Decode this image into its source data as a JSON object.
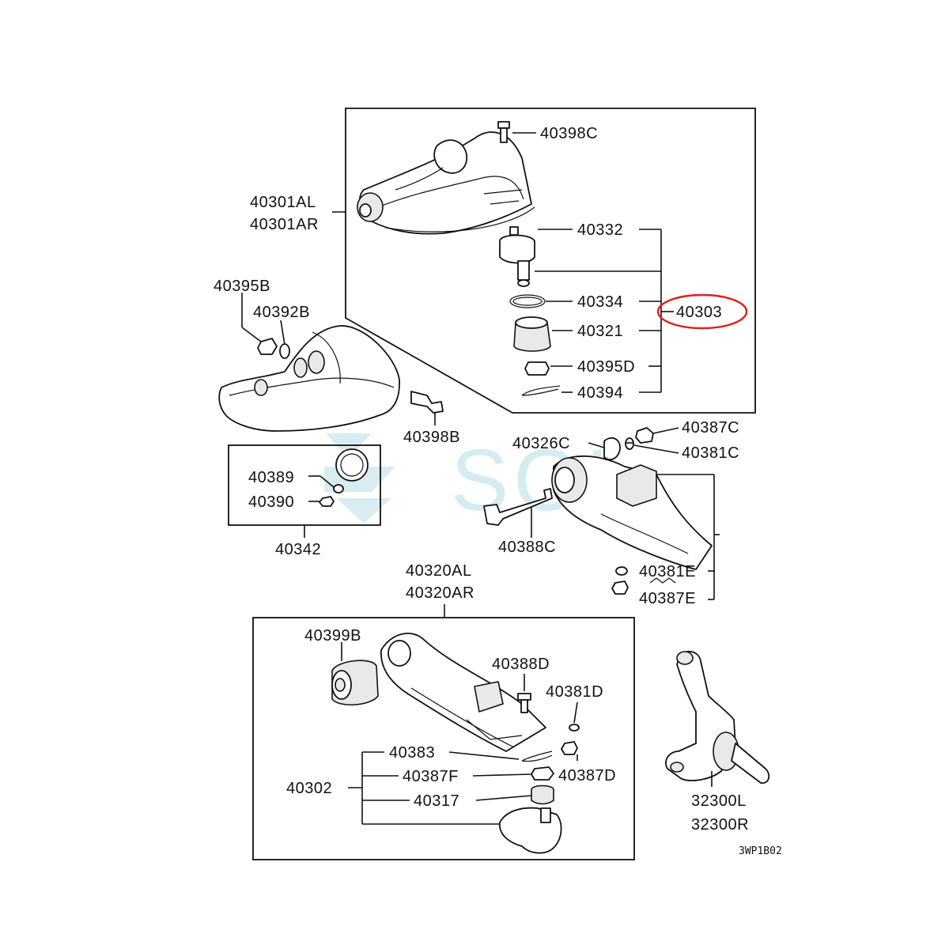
{
  "diagram": {
    "watermark": "SOL",
    "drawing_code": "3WP1B02",
    "highlighted_part": "40303",
    "colors": {
      "highlight": "#e02020",
      "ink": "#111111",
      "watermark": "#bfe3ec"
    },
    "labels": {
      "p40398C": "40398C",
      "p40301AL": "40301AL",
      "p40301AR": "40301AR",
      "p40332": "40332",
      "p40334": "40334",
      "p40321": "40321",
      "p40395D": "40395D",
      "p40394": "40394",
      "p40303": "40303",
      "p40395B": "40395B",
      "p40392B": "40392B",
      "p40398B": "40398B",
      "p40389": "40389",
      "p40390": "40390",
      "p40342": "40342",
      "p40326C": "40326C",
      "p40387C": "40387C",
      "p40381C": "40381C",
      "p40388C": "40388C",
      "p40381E": "40381E",
      "p40387E": "40387E",
      "p40320AL": "40320AL",
      "p40320AR": "40320AR",
      "p40399B": "40399B",
      "p40388D": "40388D",
      "p40381D": "40381D",
      "p40383": "40383",
      "p40387F": "40387F",
      "p40387D": "40387D",
      "p40302": "40302",
      "p40317": "40317",
      "p32300L": "32300L",
      "p32300R": "32300R"
    }
  }
}
